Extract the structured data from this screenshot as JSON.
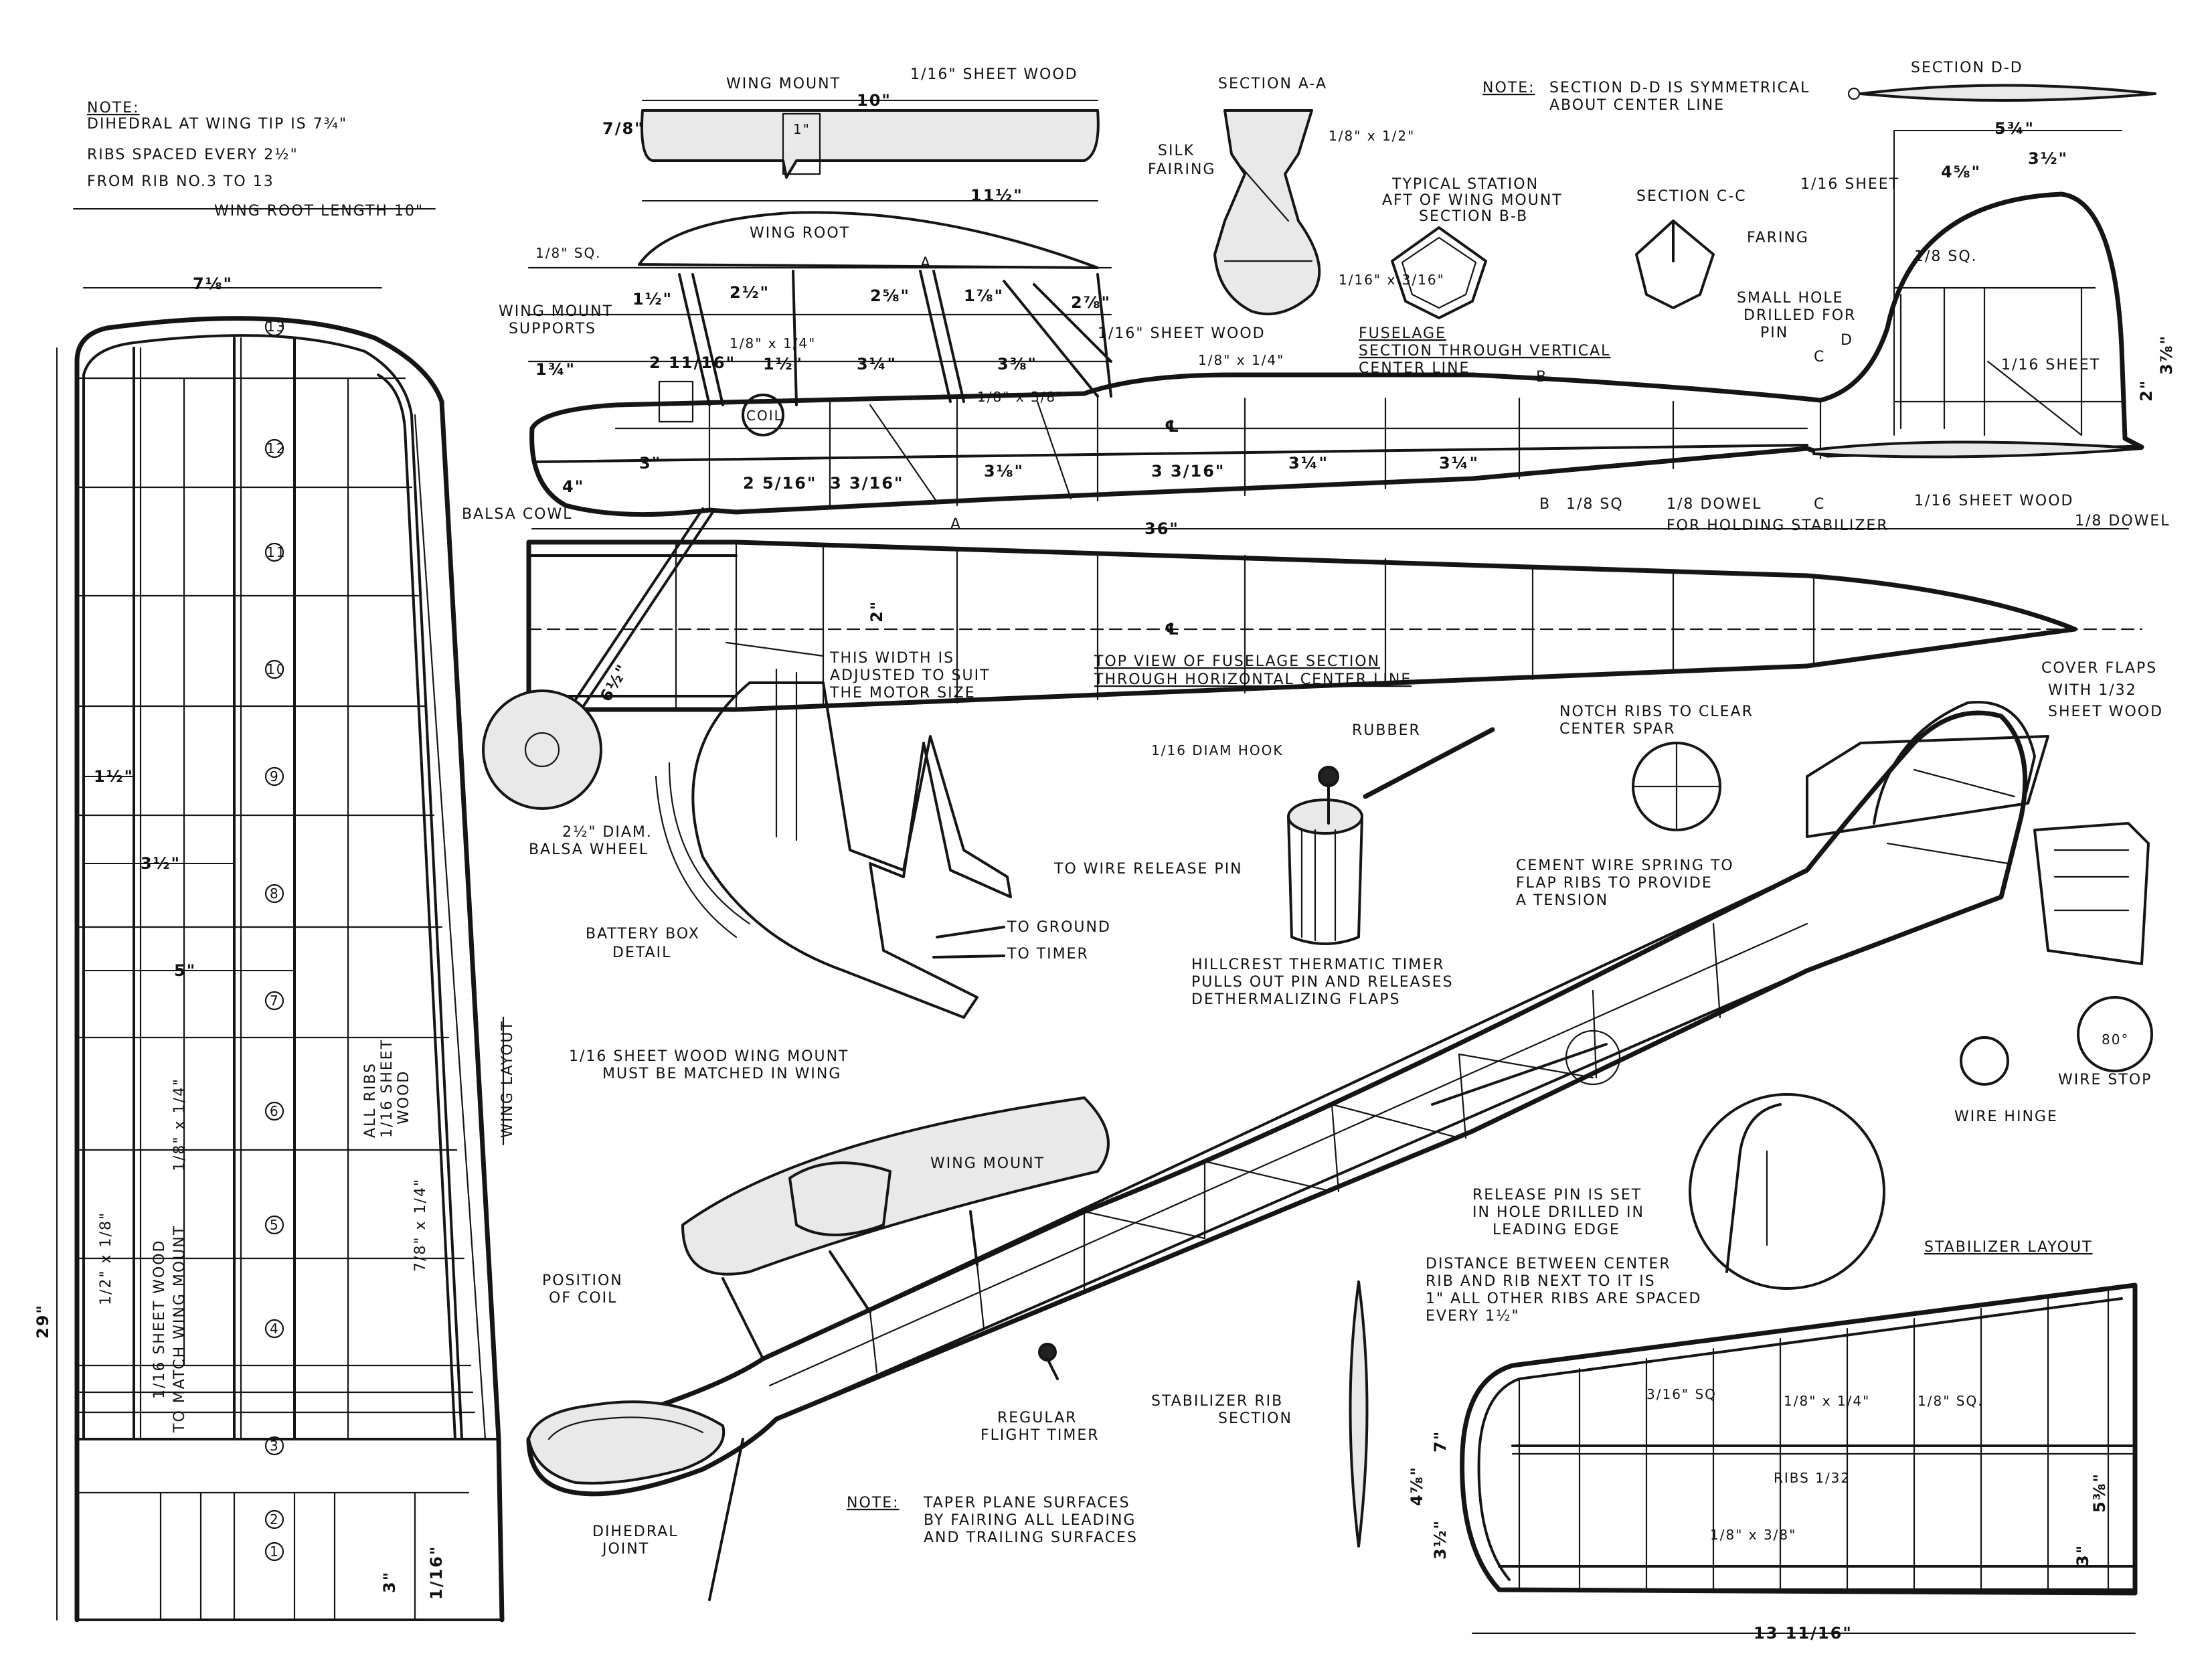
{
  "notes": {
    "note_label": "NOTE:",
    "wing_note_1": "DIHEDRAL AT WING TIP IS 7¾\"",
    "wing_note_2": "RIBS SPACED EVERY 2½\"",
    "wing_note_3": "FROM RIB NO.3 TO 13",
    "section_dd_note_1": "SECTION D-D IS SYMMETRICAL",
    "section_dd_note_2": "ABOUT CENTER LINE",
    "taper_note_1": "TAPER PLANE SURFACES",
    "taper_note_2": "BY FAIRING ALL LEADING",
    "taper_note_3": "AND TRAILING SURFACES"
  },
  "wing": {
    "root_length": "WING ROOT LENGTH 10\"",
    "title": "WING LAYOUT",
    "span": "29\"",
    "chord_top": "7⅛\"",
    "spar_dims": [
      "1½\"",
      "3½\"",
      "5\""
    ],
    "rib_numbers": [
      "13",
      "12",
      "11",
      "10",
      "9",
      "8",
      "7",
      "6",
      "5",
      "4",
      "3",
      "2",
      "1"
    ],
    "all_ribs_1": "ALL RIBS",
    "all_ribs_2": "1/16 SHEET",
    "all_ribs_3": "WOOD",
    "spar_1": "1/8\" x 1/4\"",
    "spar_2": "7/8\" x 1/4\"",
    "spar_3": "1/2\" x 1/8\"",
    "root_sheet_1": "1/16 SHEET WOOD",
    "root_sheet_2": "TO MATCH WING MOUNT",
    "root_dim_1": "3\"",
    "root_dim_2": "1/16\""
  },
  "fuselage": {
    "wing_mount": "WING MOUNT",
    "sheet_wood": "1/16\" SHEET WOOD",
    "dim_10": "10\"",
    "dim_7_8": "7/8\"",
    "dim_1": "1\"",
    "dim_11_half": "11½\"",
    "wing_root": "WING ROOT",
    "sq_1_8": "1/8\" SQ.",
    "wing_mount_supports_1": "WING MOUNT",
    "wing_mount_supports_2": "SUPPORTS",
    "coil": "COIL",
    "balsa_cowl": "BALSA COWL",
    "dim_36": "36\"",
    "dim_4": "4\"",
    "dim_3": "3\"",
    "dim_2": "2\"",
    "section_a": "A",
    "section_b": "B",
    "section_c": "C",
    "section_d": "D",
    "cl": "℄",
    "fuselage_section_1": "FUSELAGE",
    "fuselage_section_2": "SECTION THROUGH VERTICAL",
    "fuselage_section_3": "CENTER LINE",
    "sq_b": "1/8 SQ",
    "dowel": "1/8 DOWEL",
    "for_holding": "FOR HOLDING STABILIZER",
    "dowel_2": "1/8 DOWEL",
    "sheet_wood_tail": "1/16 SHEET WOOD",
    "fin_sheet": "1/16 SHEET",
    "fin_sheet_2": "1/16 SHEET",
    "fin_sq": "1/8 SQ.",
    "small_hole_1": "SMALL HOLE",
    "small_hole_2": "DRILLED FOR",
    "small_hole_3": "PIN",
    "fin_dim_1": "5¾\"",
    "fin_dim_2": "3½\"",
    "fin_dim_3": "4⅝\"",
    "fin_dim_4": "3⅞\"",
    "fin_dim_5": "2\"",
    "dims_top": [
      "1½\"",
      "2½\"",
      "2⅝\"",
      "1⅞\"",
      "2⅞\""
    ],
    "dims_mid": [
      "1¾\"",
      "2 11/16\"",
      "1½\"",
      "3¼\"",
      "3⅜\""
    ],
    "dims_low": [
      "2 5/16\"",
      "3 3/16\"",
      "3⅛\"",
      "3 3/16\"",
      "3¼\"",
      "3¼\""
    ],
    "strut_1": "1/8\" x 1/4\"",
    "strut_2": "1/8\" x 3/8\"",
    "strut_3": "1/8\" x 1/4\"",
    "top_view_1": "TOP VIEW OF FUSELAGE SECTION",
    "top_view_2": "THROUGH HORIZONTAL CENTER LINE",
    "motor_width_1": "THIS WIDTH IS",
    "motor_width_2": "ADJUSTED TO SUIT",
    "motor_width_3": "THE MOTOR SIZE",
    "wheel_1": "2½\" DIAM.",
    "wheel_2": "BALSA WHEEL",
    "strut_len": "6½\""
  },
  "sections": {
    "aa_title": "SECTION A-A",
    "silk_1": "SILK",
    "silk_2": "FAIRING",
    "aa_dim": "1/8\" x 1/2\"",
    "bb_1": "TYPICAL STATION",
    "bb_2": "AFT OF WING MOUNT",
    "bb_3": "SECTION B-B",
    "bb_dim": "1/16\" x 3/16\"",
    "cc_title": "SECTION C-C",
    "faring": "FARING",
    "dd_title": "SECTION D-D"
  },
  "details": {
    "battery_1": "BATTERY BOX",
    "battery_2": "DETAIL",
    "to_ground": "TO GROUND",
    "to_timer": "TO TIMER",
    "hook": "1/16 DIAM HOOK",
    "rubber": "RUBBER",
    "release_pin": "TO WIRE RELEASE PIN",
    "timer_1": "HILLCREST THERMATIC TIMER",
    "timer_2": "PULLS OUT PIN AND RELEASES",
    "timer_3": "DETHERMALIZING FLAPS",
    "notch_1": "NOTCH RIBS TO CLEAR",
    "notch_2": "CENTER SPAR",
    "cover_1": "COVER FLAPS",
    "cover_2": "WITH 1/32",
    "cover_3": "SHEET WOOD",
    "cement_1": "CEMENT WIRE SPRING TO",
    "cement_2": "FLAP RIBS TO PROVIDE",
    "cement_3": "A TENSION",
    "wire_hinge": "WIRE HINGE",
    "wire_stop": "WIRE STOP",
    "stop_angle": "80°",
    "wm_note_1": "1/16 SHEET WOOD WING MOUNT",
    "wm_note_2": "MUST BE MATCHED IN WING",
    "wing_mount": "WING MOUNT",
    "release_1": "RELEASE PIN IS SET",
    "release_2": "IN HOLE DRILLED IN",
    "release_3": "LEADING EDGE",
    "coil_1": "POSITION",
    "coil_2": "OF COIL",
    "flight_1": "REGULAR",
    "flight_2": "FLIGHT TIMER",
    "dihedral_1": "DIHEDRAL",
    "dihedral_2": "JOINT"
  },
  "stabilizer": {
    "title": "STABILIZER LAYOUT",
    "distance_1": "DISTANCE BETWEEN CENTER",
    "distance_2": "RIB AND RIB NEXT TO IT IS",
    "distance_3": "1\" ALL OTHER RIBS ARE SPACED",
    "distance_4": "EVERY 1½\"",
    "rib_section_1": "STABILIZER RIB",
    "rib_section_2": "SECTION",
    "sq_3_16": "3/16\" SQ",
    "sq_1_8": "1/8\" SQ.",
    "spar": "1/8\" x 1/4\"",
    "spar_2": "1/8\" x 3/8\"",
    "ribs": "RIBS 1/32",
    "dim_7": "7\"",
    "dim_4_7_8": "4⅞\"",
    "dim_3_half": "3½\"",
    "dim_5_3_8": "5⅜\"",
    "dim_3": "3\"",
    "dim_13": "13 11/16\""
  }
}
